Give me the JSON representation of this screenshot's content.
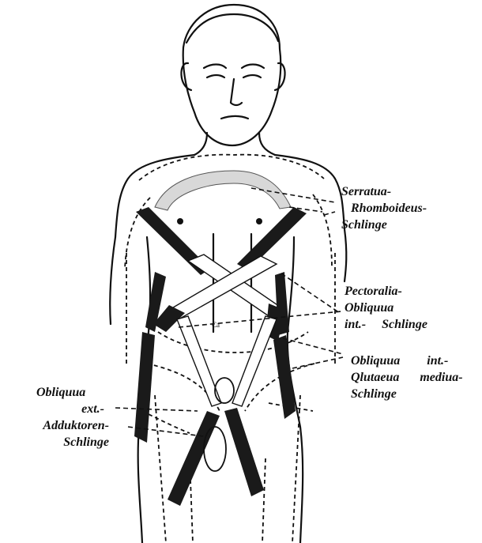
{
  "labels": {
    "serratus": {
      "line1": "Serratua-",
      "line2": "Rhomboideus-",
      "line3": "Schlinge"
    },
    "pectoralis": {
      "line1": "Pectoralia-",
      "line2": "Obliquua",
      "line3a": "int.-",
      "line3b": "Schlinge"
    },
    "obliquus_glutaeus": {
      "line1a": "Obliquua",
      "line1b": "int.-",
      "line2a": "Qlutaeua",
      "line2b": "mediua-",
      "line3": "Schlinge"
    },
    "obliquus_adduktoren": {
      "line1": "Obliquua",
      "line2": "ext.-",
      "line3": "Adduktoren-",
      "line4": "Schlinge"
    }
  },
  "icons": [
    "human-figure-illustration"
  ],
  "colors": {
    "ink": "#111111",
    "background": "#ffffff"
  }
}
